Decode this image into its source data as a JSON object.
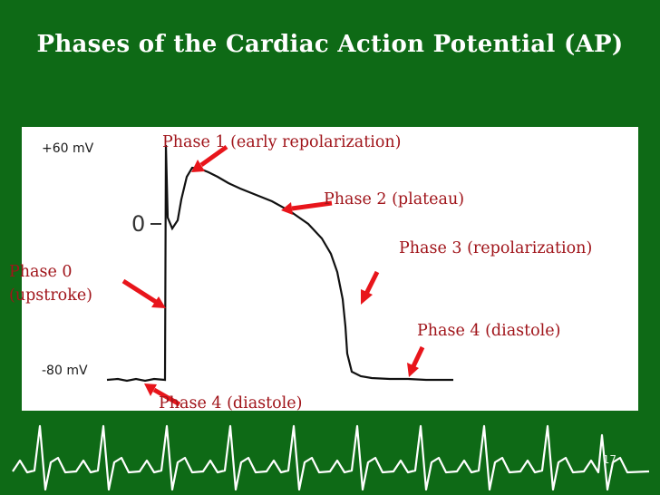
{
  "slide": {
    "title": "Phases of the Cardiac Action Potential (AP)",
    "slide_number": "17"
  },
  "axis": {
    "top_label": "+60 mV",
    "zero_label": "0",
    "bottom_label": "-80 mV"
  },
  "phases": {
    "phase0_line1": "Phase 0",
    "phase0_line2": "(upstroke)",
    "phase1": "Phase 1 (early repolarization)",
    "phase2": "Phase 2 (plateau)",
    "phase3": "Phase 3 (repolarization)",
    "phase4_right": "Phase 4 (diastole)",
    "phase4_bottom": "Phase 4 (diastole)"
  },
  "colors": {
    "background": "#0e6a16",
    "label": "#a0141a",
    "arrow": "#e8151b",
    "trace": "#111111",
    "ecg": "#ffffff"
  }
}
